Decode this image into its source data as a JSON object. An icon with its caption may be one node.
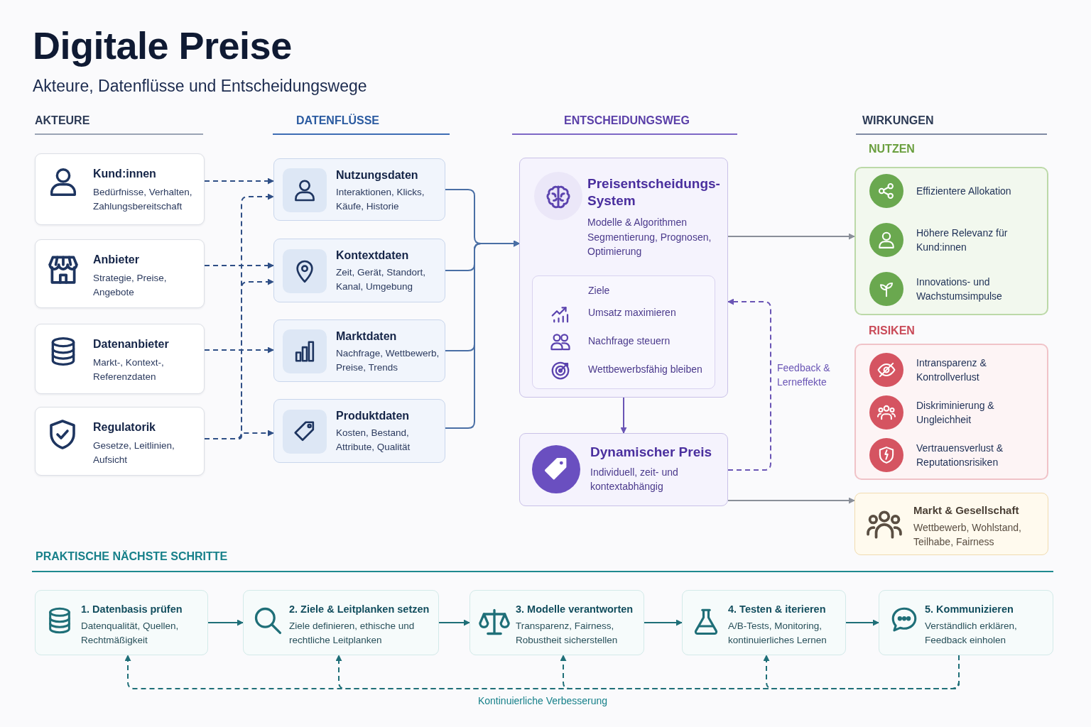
{
  "diagram": {
    "title": "Digitale Preise",
    "nodes": [
      {
        "text": [
          "Kund:innen",
          "Bedürfnisse, Verhalten, Zahlungsbereitschaft"
        ]
      },
      {
        "text": [
          "Anbieter",
          "Strategie, Preise, Angebote"
        ]
      },
      {
        "text": [
          "Datenanbieter",
          "Markt-, Kontext-, Referenzdaten"
        ]
      },
      {
        "text": [
          "Regulatorik",
          "Gesetze, Leitlinien, Aufsicht"
        ]
      },
      {
        "text": [
          "Nutzungsdaten",
          "Interaktionen, Klicks, Käufe, Historie"
        ]
      },
      {
        "text": [
          "Kontextdaten",
          "Zeit, Gerät, Standort, Kanal, Umgebung"
        ]
      },
      {
        "text": [
          "Marktdaten",
          "Nachfrage, Wettbewerb, Preise, Trends"
        ]
      },
      {
        "text": [
          "Produktdaten",
          "Kosten, Bestand, Attribute, Qualität"
        ]
      },
      {
        "text": [
          "Preisentscheidungs- System",
          "Modelle & Algorithmen",
          "Segmentierung, Prognosen, Optimierung"
        ]
      },
      {
        "text": [
          "Ziele",
          "Umsatz maximieren",
          "Nachfrage steuern",
          "Wettbewerbsfähig bleiben"
        ],
        "in": 8
      },
      {
        "text": [
          "Dynamischer Preis",
          "Individuell, zeit- und kontextabhängig"
        ]
      },
      {
        "text": [
          "NUTZEN",
          "Effizientere Allokation",
          "Höhere Relevanz für Kund:innen",
          "Innovations- und Wachstumsimpulse"
        ]
      },
      {
        "text": [
          "RISIKEN",
          "Intransparenz & Kontrollverlust",
          "Diskriminierung & Ungleichheit",
          "Vertrauensverlust & Reputationsrisiken"
        ]
      },
      {
        "text": [
          "Markt & Gesellschaft",
          "Wettbewerb, Wohlstand, Teilhabe, Fairness"
        ]
      },
      {
        "text": [
          "1. Datenbasis prüfen",
          "Datenqualität, Quellen, Rechtmäßigkeit"
        ]
      },
      {
        "text": [
          "2. Ziele & Leitplanken setzen",
          "Ziele definieren, ethische und rechtliche Leitplanken"
        ]
      },
      {
        "text": [
          "3. Modelle verantworten",
          "Transparenz, Fairness, Robustheit sicherstellen"
        ]
      },
      {
        "text": [
          "4. Testen & iterieren",
          "A/B-Tests, Monitoring, kontinuierliches Lernen"
        ]
      },
      {
        "text": [
          "5. Kommunizieren",
          "Verständlich erklären, Feedback einholen"
        ]
      }
    ],
    "edges": [
      {
        "from": 0,
        "to": 4,
        "arrow": "to",
        "style": "dashed",
        "color": "#2f4f86"
      },
      {
        "from": 1,
        "to": 5,
        "arrow": "to",
        "style": "dashed",
        "color": "#2f4f86"
      },
      {
        "from": 2,
        "to": 6,
        "arrow": "to",
        "style": "dashed",
        "color": "#2f4f86"
      },
      {
        "from": 3,
        "to": 4,
        "arrow": "to",
        "style": "dashed",
        "color": "#2f4f86"
      },
      {
        "from": 3,
        "to": 5,
        "arrow": "to",
        "style": "dashed",
        "color": "#2f4f86"
      },
      {
        "from": 3,
        "to": 7,
        "arrow": "to",
        "style": "dashed",
        "color": "#2f4f86"
      },
      {
        "from": 4,
        "to": 8,
        "arrow": "to",
        "color": "#4a6fa5"
      },
      {
        "from": 5,
        "to": 8,
        "arrow": "to",
        "color": "#4a6fa5"
      },
      {
        "from": 6,
        "to": 8,
        "arrow": "to",
        "color": "#4a6fa5"
      },
      {
        "from": 7,
        "to": 8,
        "arrow": "to",
        "color": "#4a6fa5"
      },
      {
        "from": 8,
        "to": 10,
        "arrow": "to",
        "color": "#6a55b5"
      },
      {
        "from": 10,
        "to": 8,
        "arrow": "to",
        "style": "dashed",
        "color": "#6a55b5",
        "label": "Feedback & Lerneffekte"
      },
      {
        "from": 8,
        "to": 11,
        "arrow": "to",
        "color": "#8a8f99"
      },
      {
        "from": 10,
        "to": 13,
        "arrow": "to",
        "color": "#8a8f99"
      },
      {
        "from": 14,
        "to": 15,
        "arrow": "to"
      },
      {
        "from": 15,
        "to": 16,
        "arrow": "to"
      },
      {
        "from": 16,
        "to": 17,
        "arrow": "to"
      },
      {
        "from": 17,
        "to": 18,
        "arrow": "to"
      },
      {
        "from": 18,
        "to": 14,
        "arrow": "to",
        "style": "dashed"
      },
      {
        "from": 18,
        "to": 15,
        "arrow": "to",
        "style": "dashed"
      },
      {
        "from": 18,
        "to": 16,
        "arrow": "to",
        "style": "dashed"
      },
      {
        "from": 18,
        "to": 17,
        "arrow": "to",
        "style": "dashed"
      }
    ],
    "labels": [
      "Akteure, Datenflüsse und Entscheidungswege",
      "AKTEURE",
      "DATENFLÜSSE",
      "ENTSCHEIDUNGSWEG",
      "WIRKUNGEN",
      "PRAKTISCHE NÄCHSTE SCHRITTE",
      "Kontinuierliche Verbesserung"
    ]
  }
}
